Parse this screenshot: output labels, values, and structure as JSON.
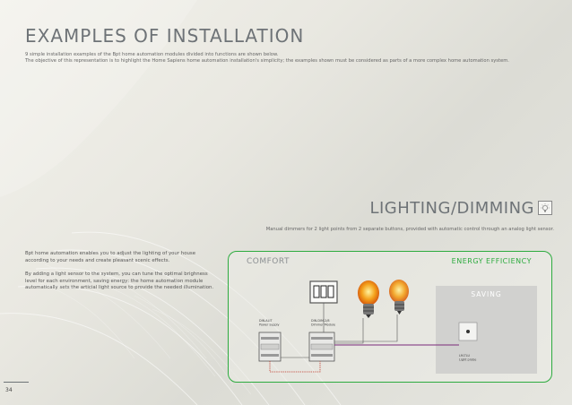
{
  "page": {
    "title": "EXAMPLES OF INSTALLATION",
    "intro_line1": "9 simple installation examples of the Bpt home automation modules divided into functions are shown below.",
    "intro_line2": "The objective of this representation is to highlight the Home Sapiens home automation installation's simplicity; the examples shown must be considered as parts of a more complex home automation system.",
    "page_number": "34"
  },
  "section": {
    "title": "LIGHTING/DIMMING",
    "icon": "bulb-icon",
    "description": "Manual dimmers for 2 light points from 2 separate buttons, provided with automatic control through an analog light sensor."
  },
  "left_text": {
    "p1": "Bpt home automation enables you to adjust the lighting of your house according to your needs and create pleasant scenic effects.",
    "p2": "By adding a light sensor to the system, you can tune the optimal brighness level for each environment, saving energy; the home automation module automatically sets the articial light source to provide the needed illumination."
  },
  "diagram": {
    "comfort_label": "COMFORT",
    "energy_label": "ENERGY EFFICIENCY",
    "saving_label": "SAVING",
    "power_code": "DIN-ALIT",
    "power_name": "Power supply",
    "dimmer_code": "DIN-DIM-2/8",
    "dimmer_name": "Dimmer Module",
    "sensor_code": "LM-TLU",
    "sensor_name": "Light probe",
    "colors": {
      "green": "#2dab3f",
      "bus_wire": "#7a2a7a",
      "power_wire": "#c0392b",
      "saving_box": "#d1d1cf"
    }
  }
}
